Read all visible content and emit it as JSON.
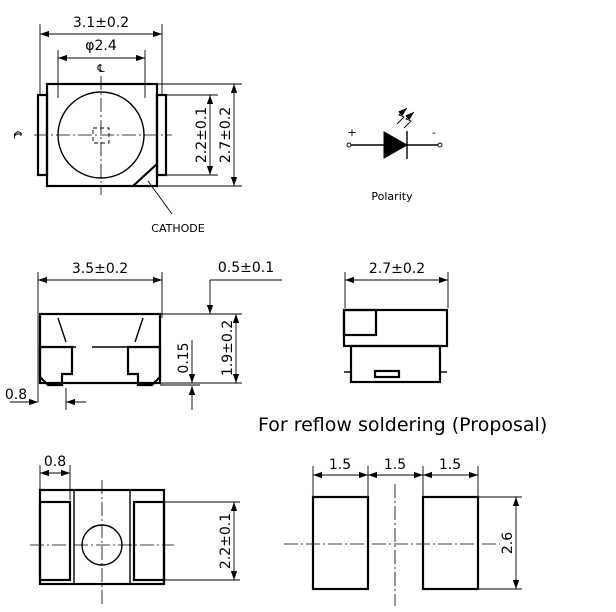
{
  "top_view": {
    "width_dim": "3.1±0.2",
    "lens_dim": "φ2.4",
    "centerline_symbol": "℄",
    "pad_height_dim": "2.2±0.1",
    "height_dim": "2.7±0.2",
    "cathode_label": "CATHODE"
  },
  "polarity": {
    "plus_sign": "+",
    "minus_sign": "-",
    "label": "Polarity"
  },
  "side_view": {
    "length_dim": "3.5±0.2",
    "lead_offset_dim": "0.5±0.1",
    "thickness_dim": "1.9±0.2",
    "standoff_dim": "0.15",
    "terminal_dim": "0.8"
  },
  "end_view": {
    "width_dim": "2.7±0.2"
  },
  "reflow": {
    "title": "For reflow soldering (Proposal)"
  },
  "bottom_view": {
    "terminal_dim": "0.8",
    "pad_height_dim": "2.2±0.1"
  },
  "pad_layout": {
    "pad_width_dim": "1.5",
    "gap_dim": "1.5",
    "pad_width_dim_right": "1.5",
    "pad_height_dim": "2.6"
  }
}
